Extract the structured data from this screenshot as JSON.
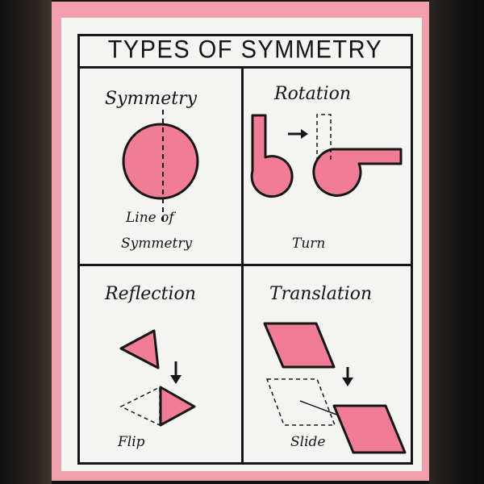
{
  "poster": {
    "title": "TYPES OF SYMMETRY",
    "colors": {
      "pink": "#f07c96",
      "board": "#f0a0ac",
      "ink": "#161616"
    }
  },
  "panels": {
    "symmetry": {
      "heading": "Symmetry",
      "caption_line1": "Line of",
      "caption_line2": "Symmetry"
    },
    "rotation": {
      "heading": "Rotation",
      "caption": "Turn"
    },
    "reflection": {
      "heading": "Reflection",
      "caption": "Flip"
    },
    "translation": {
      "heading": "Translation",
      "caption": "Slide"
    }
  }
}
